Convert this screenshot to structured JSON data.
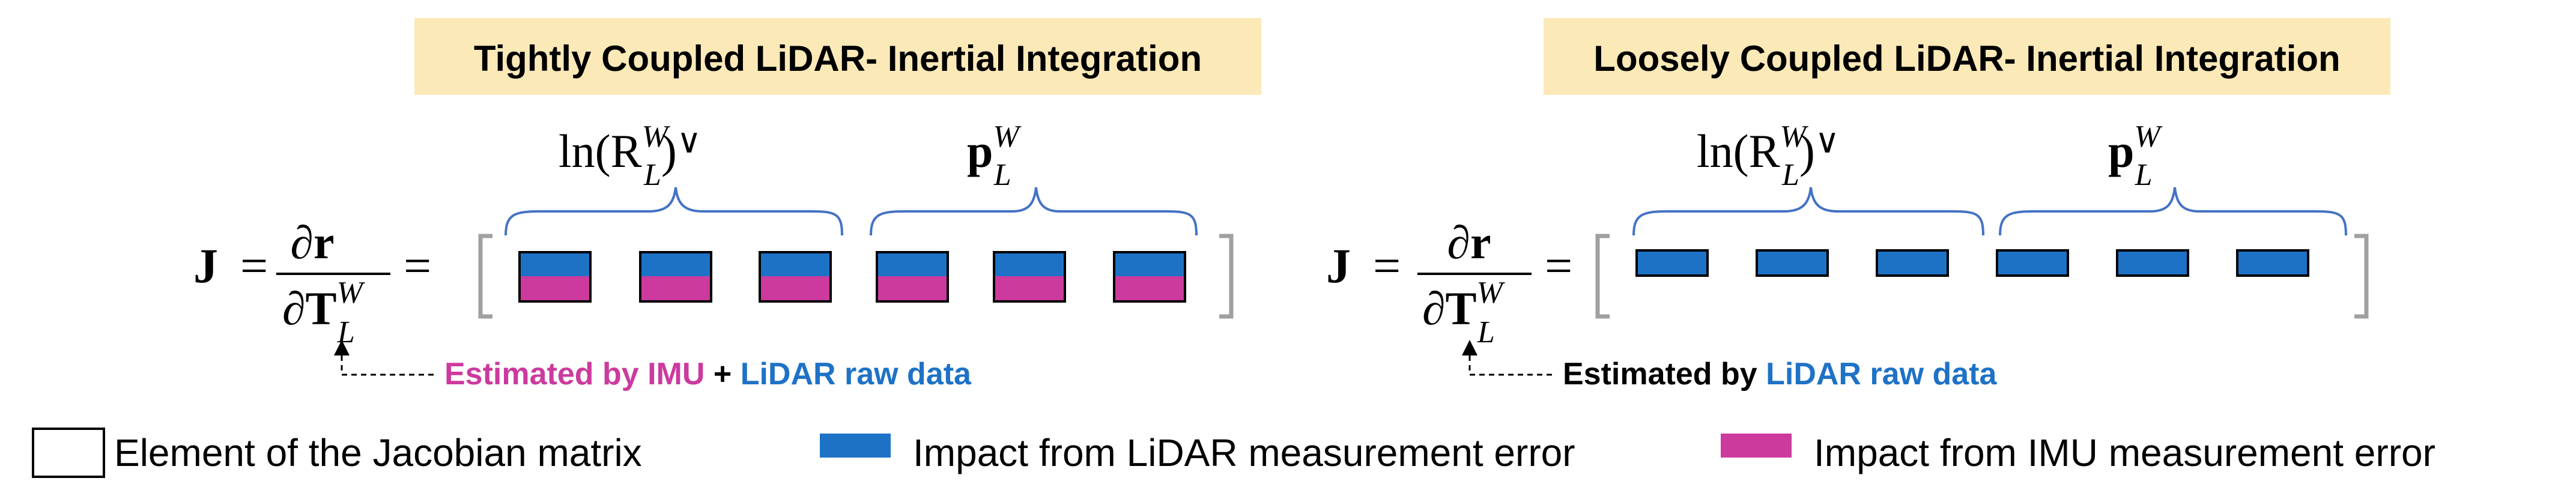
{
  "colors": {
    "lidar": "#1E72C6",
    "imu": "#CC3A9E",
    "banner": "#FCE9B8",
    "bracket": "#A0A0A0",
    "brace": "#4472C4",
    "text": "#000000"
  },
  "tight": {
    "title": "Tightly Coupled LiDAR- Inertial Integration",
    "rot_term": "ln(R",
    "rot_sup": "W",
    "rot_sub": "L",
    "rot_close": ")",
    "vee": "∨",
    "pos_term": "p",
    "pos_sup": "W",
    "pos_sub": "L",
    "eq_J": "J",
    "eq_eq": "=",
    "eq_num": "∂r",
    "eq_den": "∂T",
    "eq_den_sup": "W",
    "eq_den_sub": "L",
    "eq_eq2": "=",
    "caption": {
      "part1": "Estimated by IMU",
      "part2": " + ",
      "part3": "LiDAR raw data"
    }
  },
  "loose": {
    "title": "Loosely Coupled LiDAR- Inertial Integration",
    "rot_term": "ln(R",
    "rot_sup": "W",
    "rot_sub": "L",
    "rot_close": ")",
    "vee": "∨",
    "pos_term": "p",
    "pos_sup": "W",
    "pos_sub": "L",
    "eq_J": "J",
    "eq_eq": "=",
    "eq_num": "∂r",
    "eq_den": "∂T",
    "eq_den_sup": "W",
    "eq_den_sub": "L",
    "eq_eq2": "=",
    "caption": {
      "part1": "Estimated by ",
      "part2": "LiDAR raw data"
    }
  },
  "legend": {
    "element": "Element of the Jacobian matrix",
    "lidar": "Impact from LiDAR measurement error",
    "imu": "Impact from IMU measurement error"
  }
}
